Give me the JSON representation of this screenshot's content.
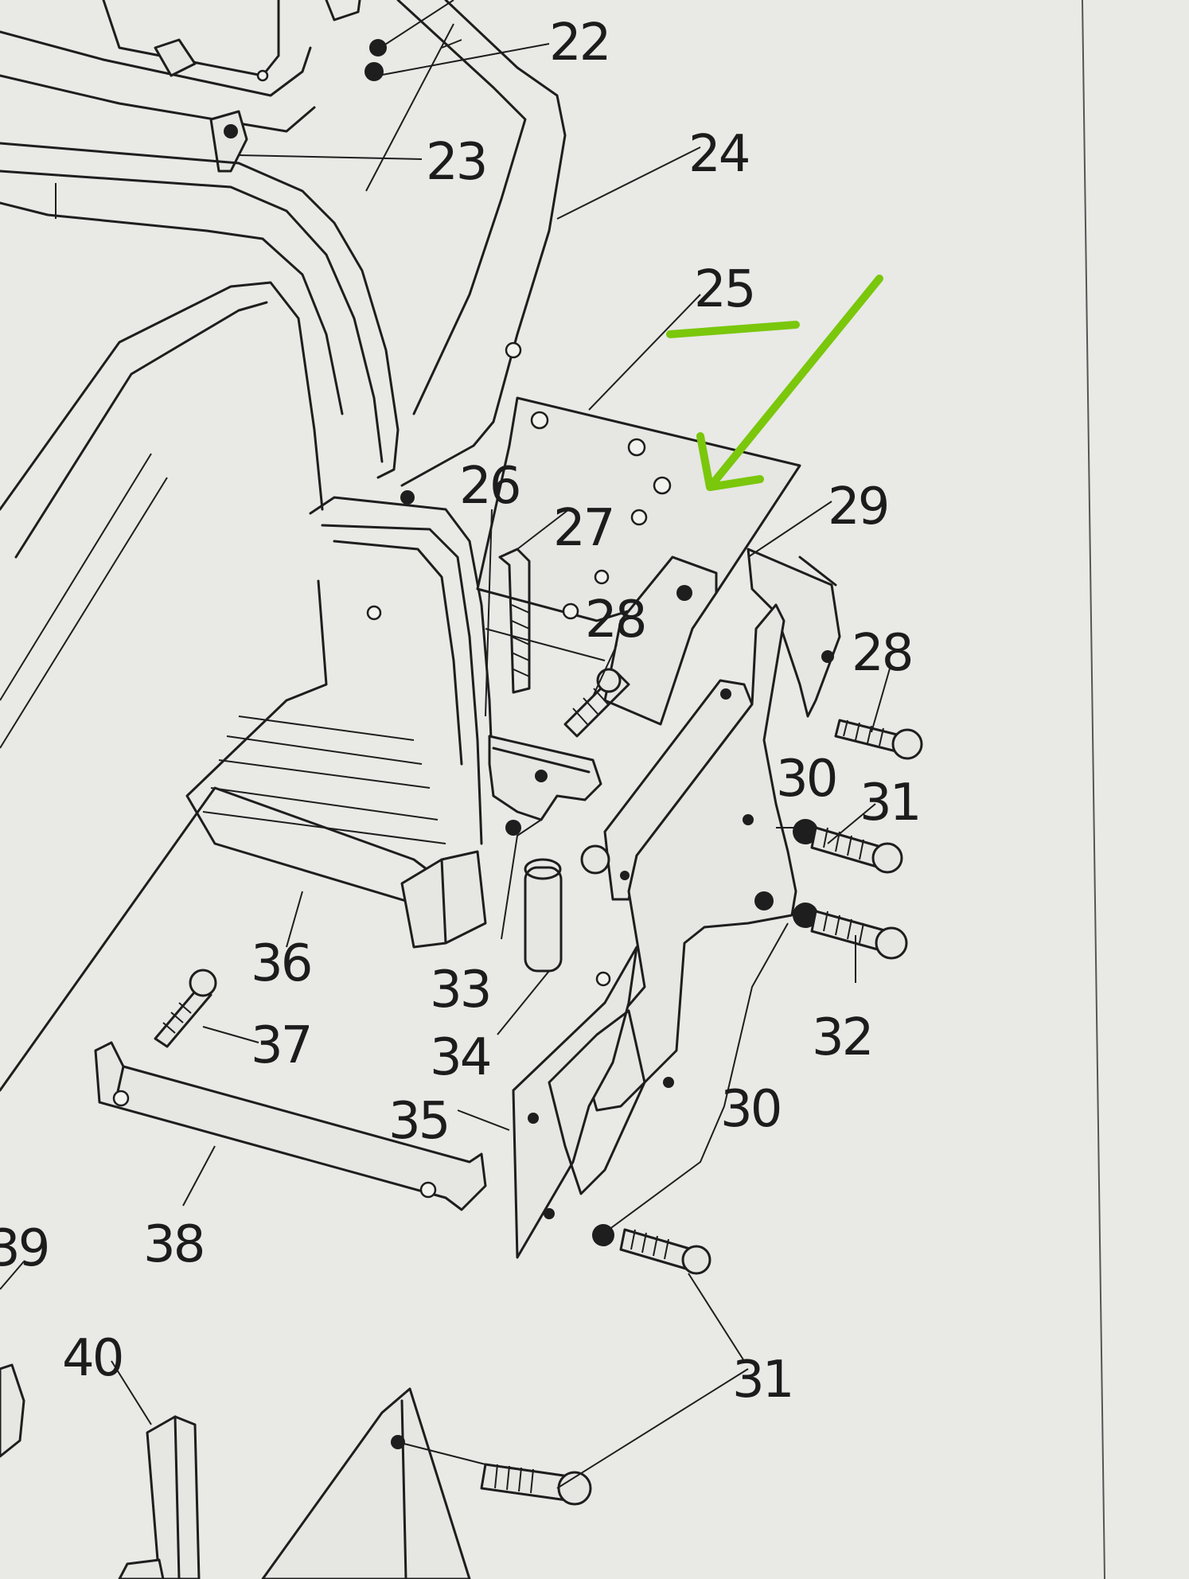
{
  "callouts": [
    {
      "id": "22",
      "text": "22"
    },
    {
      "id": "23",
      "text": "23"
    },
    {
      "id": "24",
      "text": "24"
    },
    {
      "id": "25",
      "text": "25"
    },
    {
      "id": "26",
      "text": "26"
    },
    {
      "id": "27",
      "text": "27"
    },
    {
      "id": "28a",
      "text": "28"
    },
    {
      "id": "28b",
      "text": "28"
    },
    {
      "id": "29",
      "text": "29"
    },
    {
      "id": "30a",
      "text": "30"
    },
    {
      "id": "31a",
      "text": "31"
    },
    {
      "id": "32",
      "text": "32"
    },
    {
      "id": "33",
      "text": "33"
    },
    {
      "id": "34",
      "text": "34"
    },
    {
      "id": "35",
      "text": "35"
    },
    {
      "id": "36",
      "text": "36"
    },
    {
      "id": "37",
      "text": "37"
    },
    {
      "id": "30b",
      "text": "30"
    },
    {
      "id": "38",
      "text": "38"
    },
    {
      "id": "39",
      "text": "39"
    },
    {
      "id": "40",
      "text": "40"
    },
    {
      "id": "31b",
      "text": "31"
    }
  ],
  "annotation": {
    "color": "#7ac70c",
    "marks": [
      "underline-25",
      "arrow-to-bracket-25"
    ]
  },
  "colors": {
    "paper": "#e9e9e6",
    "ink": "#1e1e1e"
  }
}
